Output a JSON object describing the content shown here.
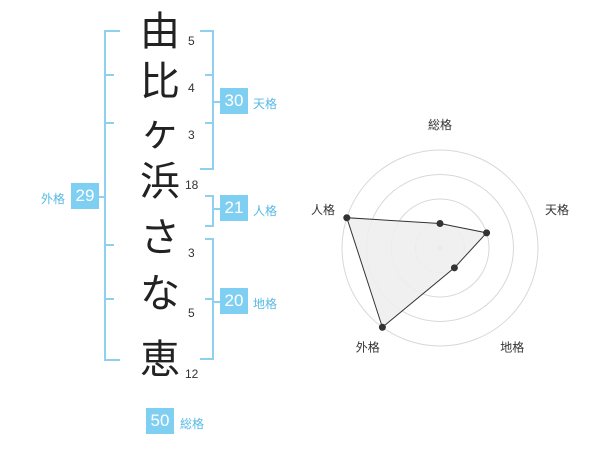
{
  "name": {
    "chars": [
      "由",
      "比",
      "ヶ",
      "浜",
      "さ",
      "な",
      "恵"
    ],
    "strokes": [
      "5",
      "4",
      "3",
      "18",
      "3",
      "5",
      "12"
    ]
  },
  "fortune": {
    "tenkaku": {
      "value": "30",
      "label": "天格"
    },
    "jinkaku": {
      "value": "21",
      "label": "人格"
    },
    "chikaku": {
      "value": "20",
      "label": "地格"
    },
    "gaikaku": {
      "value": "29",
      "label": "外格"
    },
    "soukaku": {
      "value": "50",
      "label": "総格"
    }
  },
  "colors": {
    "accent": "#7fcff2",
    "bracket": "#8fd0f0"
  },
  "chart_data": {
    "type": "radar",
    "axes": [
      "総格",
      "天格",
      "地格",
      "外格",
      "人格"
    ],
    "values": [
      1,
      2,
      1,
      4,
      4
    ],
    "max": 4,
    "grid": true
  }
}
